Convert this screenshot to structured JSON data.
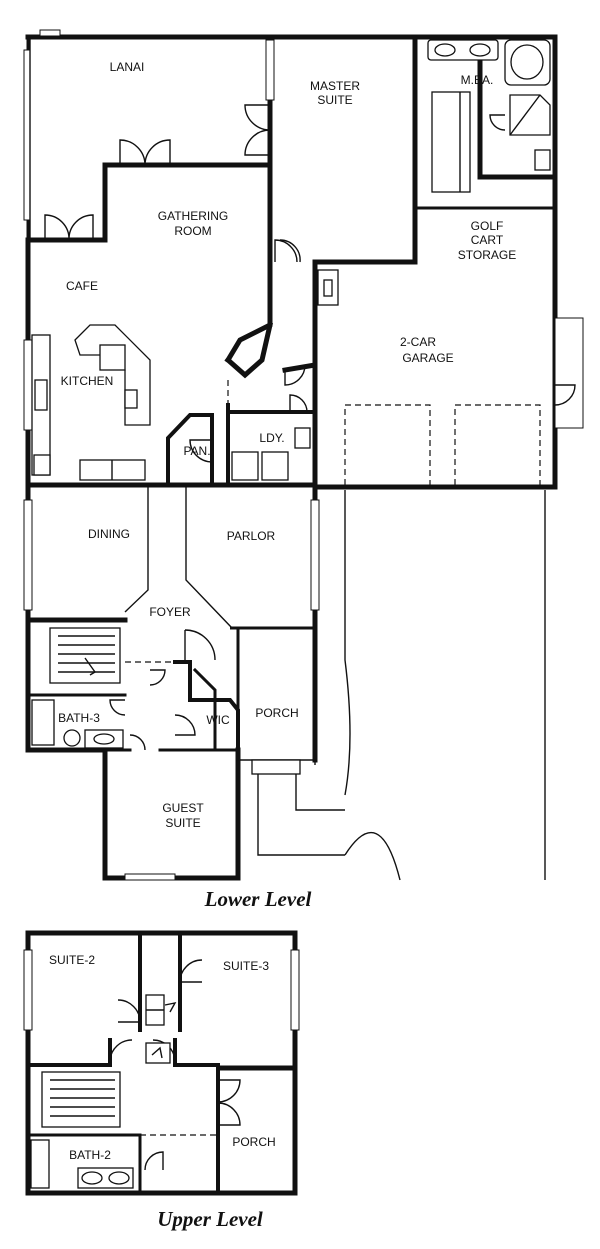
{
  "lower_level": {
    "caption": "Lower Level",
    "rooms": {
      "lanai": "LANAI",
      "master_suite": [
        "MASTER",
        "SUITE"
      ],
      "master_bath": "M.BA.",
      "gathering_room": [
        "GATHERING",
        "ROOM"
      ],
      "golf_cart_storage": [
        "GOLF",
        "CART",
        "STORAGE"
      ],
      "cafe": "CAFE",
      "garage": [
        "2-CAR",
        "GARAGE"
      ],
      "kitchen": "KITCHEN",
      "pantry": "PAN.",
      "laundry": "LDY.",
      "dining": "DINING",
      "parlor": "PARLOR",
      "foyer": "FOYER",
      "bath_3": "BATH-3",
      "wic": "WIC",
      "porch": "PORCH",
      "guest_suite": [
        "GUEST",
        "SUITE"
      ]
    }
  },
  "upper_level": {
    "caption": "Upper Level",
    "rooms": {
      "suite_2": "SUITE-2",
      "suite_3": "SUITE-3",
      "porch": "PORCH",
      "bath_2": "BATH-2"
    }
  }
}
